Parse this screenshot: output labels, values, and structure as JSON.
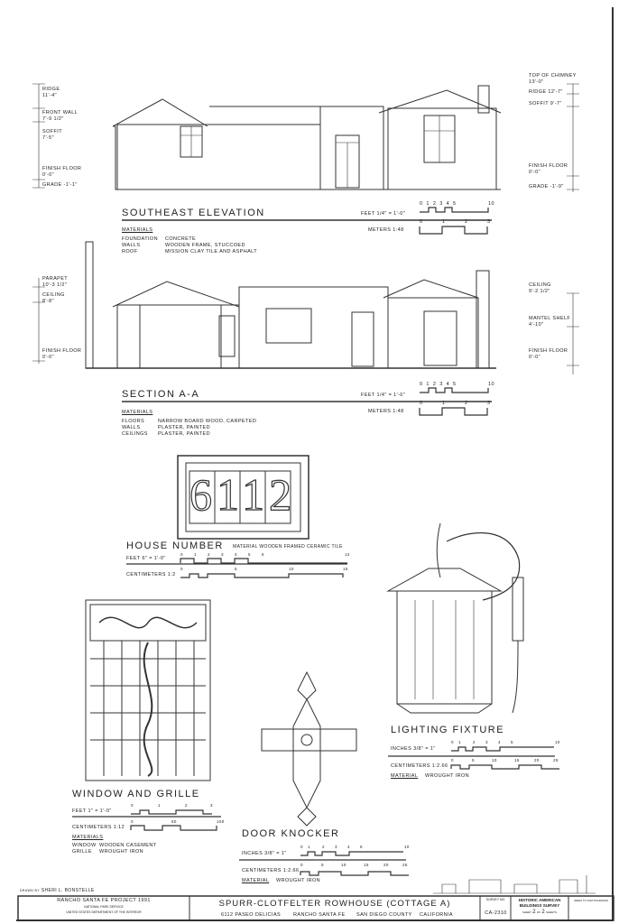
{
  "elevation": {
    "title": "SOUTHEAST ELEVATION",
    "left_dims": [
      {
        "label": "RIDGE",
        "value": "11'-4\""
      },
      {
        "label": "FRONT WALL",
        "value": "7'-9 1/2\""
      },
      {
        "label": "SOFFIT",
        "value": "7'-5\""
      },
      {
        "label": "FINISH FLOOR",
        "value": "0'-0\""
      },
      {
        "label": "GRADE",
        "value": "-1'-1\""
      }
    ],
    "right_dims": [
      {
        "label": "TOP OF CHIMNEY",
        "value": "13'-0\""
      },
      {
        "label": "RIDGE",
        "value": "12'-7\""
      },
      {
        "label": "SOFFIT",
        "value": "9'-7\""
      },
      {
        "label": "FINISH FLOOR",
        "value": "0'-0\""
      },
      {
        "label": "GRADE",
        "value": "-1'-9\""
      }
    ],
    "scale_feet": {
      "label": "FEET  1/4\" = 1'-0\"",
      "ticks": [
        "0",
        "1",
        "2",
        "3",
        "4",
        "5",
        "10"
      ]
    },
    "scale_meters": {
      "label": "METERS  1:48",
      "ticks": [
        "0",
        "1",
        "2",
        "3"
      ]
    },
    "materials_heading": "MATERIALS",
    "materials": [
      {
        "k": "FOUNDATION",
        "v": "CONCRETE"
      },
      {
        "k": "WALLS",
        "v": "WOODEN FRAME, STUCCOED"
      },
      {
        "k": "ROOF",
        "v": "MISSION CLAY TILE AND ASPHALT"
      }
    ]
  },
  "section": {
    "title": "SECTION A-A",
    "left_dims": [
      {
        "label": "PARAPET",
        "value": "10'-3 1/2\""
      },
      {
        "label": "CEILING",
        "value": "8'-8\""
      },
      {
        "label": "FINISH FLOOR",
        "value": "0'-0\""
      }
    ],
    "right_dims": [
      {
        "label": "CEILING",
        "value": "9'-2 1/2\""
      },
      {
        "label": "MANTEL SHELF",
        "value": "4'-10\""
      },
      {
        "label": "FINISH FLOOR",
        "value": "0'-0\""
      }
    ],
    "scale_feet": {
      "label": "FEET  1/4\" = 1'-0\"",
      "ticks": [
        "0",
        "1",
        "2",
        "3",
        "4",
        "5",
        "10"
      ]
    },
    "scale_meters": {
      "label": "METERS  1:48",
      "ticks": [
        "0",
        "1",
        "2",
        "3"
      ]
    },
    "materials_heading": "MATERIALS",
    "materials": [
      {
        "k": "FLOORS",
        "v": "NARROW BOARD WOOD, CARPETED"
      },
      {
        "k": "WALLS",
        "v": "PLASTER, PAINTED"
      },
      {
        "k": "CEILINGS",
        "v": "PLASTER, PAINTED"
      }
    ]
  },
  "house_number": {
    "title": "HOUSE NUMBER",
    "tile_text": "6112",
    "material": "MATERIAL   WOODEN FRAMED CERAMIC TILE",
    "scale_feet": {
      "label": "FEET   6\" = 1'-0\"",
      "ticks": [
        "0",
        "1",
        "2",
        "3",
        "4",
        "5",
        "6",
        "12"
      ]
    },
    "scale_cm": {
      "label": "CENTIMETERS  1:2",
      "ticks": [
        "0",
        "5",
        "10",
        "15"
      ]
    }
  },
  "window": {
    "title": "WINDOW AND GRILLE",
    "scale_feet": {
      "label": "FEET   1\" = 1'-0\"",
      "ticks": [
        "0",
        "1",
        "2",
        "3"
      ]
    },
    "scale_cm": {
      "label": "CENTIMETERS  1:12",
      "ticks": [
        "0",
        "50",
        "100"
      ]
    },
    "materials_heading": "MATERIALS",
    "materials": [
      {
        "k": "WINDOW",
        "v": "WOODEN CASEMENT"
      },
      {
        "k": "GRILLE",
        "v": "WROUGHT IRON"
      }
    ]
  },
  "door_knocker": {
    "title": "DOOR KNOCKER",
    "scale_in": {
      "label": "INCHES  3/8\" = 1\"",
      "ticks": [
        "0",
        "1",
        "2",
        "3",
        "4",
        "5",
        "10"
      ]
    },
    "scale_cm": {
      "label": "CENTIMETERS  1:2.66",
      "ticks": [
        "0",
        "5",
        "10",
        "15",
        "20",
        "25"
      ]
    },
    "material_label": "MATERIAL",
    "material": "WROUGHT IRON"
  },
  "lighting": {
    "title": "LIGHTING FIXTURE",
    "scale_in": {
      "label": "INCHES  3/8\" = 1\"",
      "ticks": [
        "0",
        "1",
        "2",
        "3",
        "4",
        "5",
        "10"
      ]
    },
    "scale_cm": {
      "label": "CENTIMETERS  1:2.66",
      "ticks": [
        "0",
        "5",
        "10",
        "15",
        "20",
        "25"
      ]
    },
    "material_label": "MATERIAL",
    "material": "WROUGHT IRON"
  },
  "title_block": {
    "drawn_by_label": "DRAWN BY",
    "drawn_by": "SHERI L. BONSTELLE",
    "project": "RANCHO SANTA FE PROJECT 1991",
    "agency1": "NATIONAL PARK SERVICE",
    "agency2": "UNITED STATES DEPARTMENT OF THE INTERIOR",
    "building": "SPURR-CLOTFELTER ROWHOUSE (COTTAGE A)",
    "address": "6112 PASEO DELICIAS",
    "city": "RANCHO SANTA FE",
    "county": "SAN DIEGO COUNTY",
    "state": "CALIFORNIA",
    "survey_label": "SURVEY NO.",
    "survey_no": "CA-2310",
    "habs1": "HISTORIC AMERICAN",
    "habs2": "BUILDINGS SURVEY",
    "sheet_label": "SHEET",
    "sheet": "2",
    "of_label": "OF",
    "sheets": "2",
    "sheets_label": "SHEETS",
    "index_label": "INDEX TO PHOTOGRAPHS"
  }
}
